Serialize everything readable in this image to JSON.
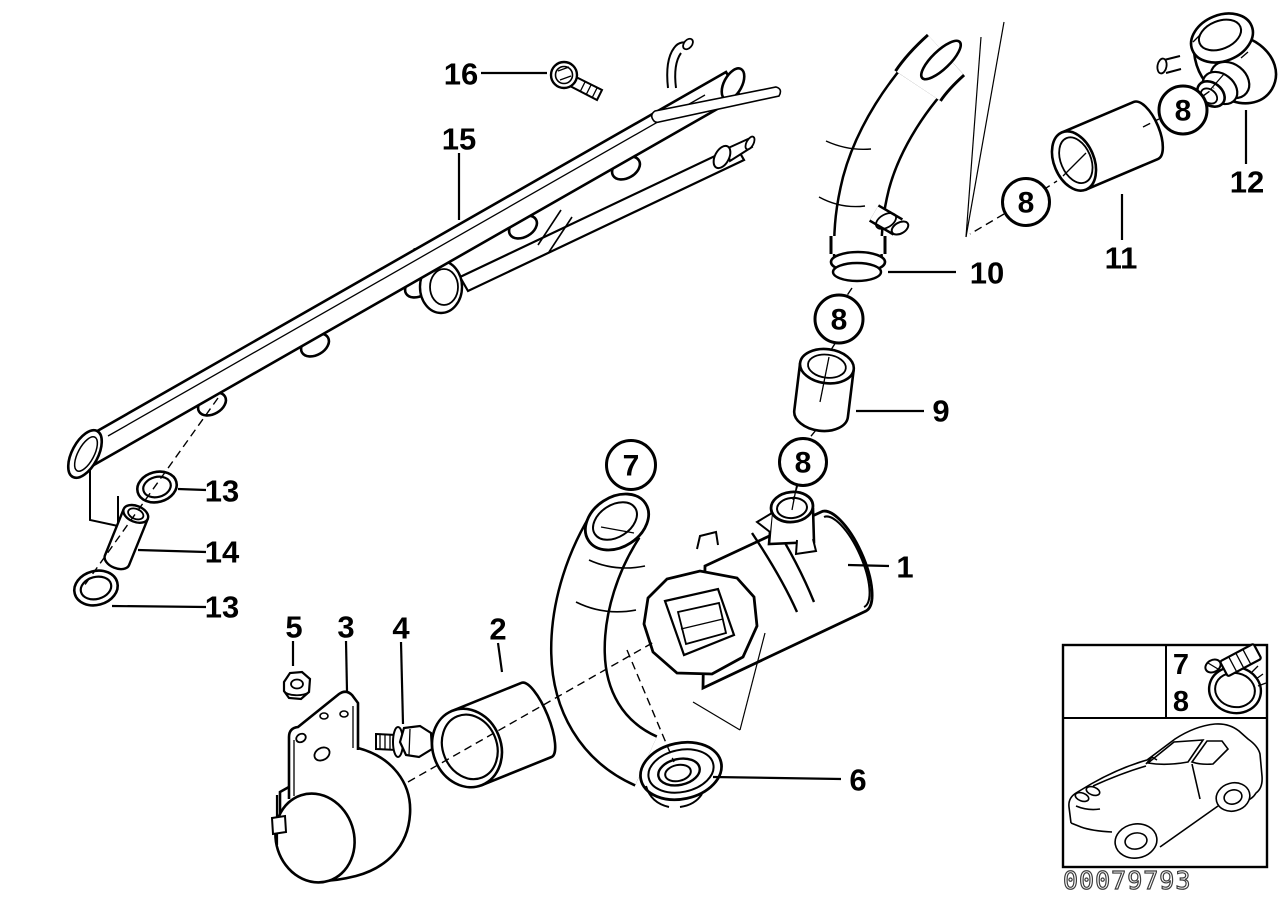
{
  "colors": {
    "background": "#ffffff",
    "line": "#000000"
  },
  "part_labels": {
    "p1": "1",
    "p2": "2",
    "p3": "3",
    "p4": "4",
    "p5": "5",
    "p6": "6",
    "p9": "9",
    "p10": "10",
    "p11": "11",
    "p12": "12",
    "p13_upper": "13",
    "p13_lower": "13",
    "p14": "14",
    "p15": "15",
    "p16": "16"
  },
  "circled_callouts": {
    "hose_callout_7": "7",
    "clamp8_above_valve_port": "8",
    "clamp8_above_hose_piece": "8",
    "clamp8_left_of_sleeve": "8",
    "clamp8_right_of_sleeve": "8"
  },
  "legend": {
    "row_top": "7",
    "row_bottom": "8",
    "icon": "hose-clamp-icon"
  },
  "footer": {
    "drawing_number": "00079793"
  }
}
